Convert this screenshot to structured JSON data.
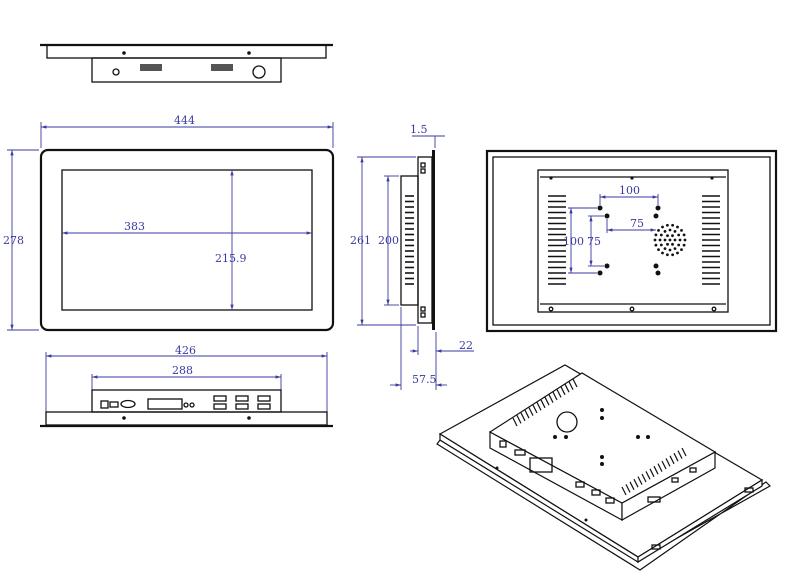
{
  "title": "Panel PC dimension drawing",
  "front_view": {
    "width_label": "444",
    "height_label": "278",
    "screen_width_label": "383",
    "screen_height_label": "215.9"
  },
  "side_view": {
    "bezel_label": "1.5",
    "height_label": "261",
    "box_height_label": "200",
    "depth_label": "22",
    "total_depth_label": "57.5"
  },
  "bottom_view": {
    "width_label": "426",
    "box_width_label": "288"
  },
  "rear_view": {
    "vesa_outer_h": "100",
    "vesa_inner_h": "75",
    "vesa_outer_v": "100",
    "vesa_inner_v": "75"
  },
  "colors": {
    "dimension": "#3a3aa0",
    "line": "#111111"
  }
}
